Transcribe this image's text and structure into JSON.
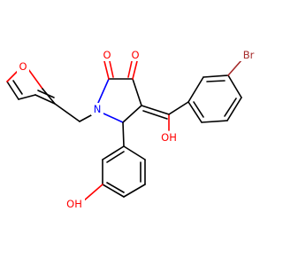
{
  "molecule": {
    "atom_labels": {
      "bromine": "Br",
      "furan_oxygen": "O",
      "ketone_oxygen_1": "O",
      "ketone_oxygen_2": "O",
      "nitrogen": "N",
      "enol_hydroxyl": "OH",
      "phenol_hydroxyl": "OH"
    },
    "colors": {
      "carbon_bond": "#000000",
      "oxygen": "#ff0000",
      "nitrogen": "#0000ff",
      "bromine": "#a52a2a",
      "background": "#ffffff"
    }
  }
}
